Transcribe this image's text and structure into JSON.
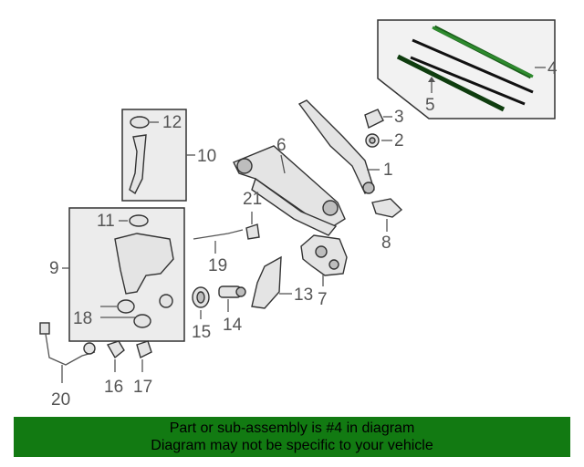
{
  "callouts": {
    "c1": "1",
    "c2": "2",
    "c3": "3",
    "c4": "4",
    "c5": "5",
    "c6": "6",
    "c7": "7",
    "c8": "8",
    "c9": "9",
    "c10": "10",
    "c11": "11",
    "c12": "12",
    "c13": "13",
    "c14": "14",
    "c15": "15",
    "c16": "16",
    "c17": "17",
    "c18": "18",
    "c19": "19",
    "c20": "20",
    "c21": "21"
  },
  "banner": {
    "line1": "Part or sub-assembly is #4 in diagram",
    "line2": "Diagram may not be specific to your vehicle",
    "color": "#127a12"
  }
}
